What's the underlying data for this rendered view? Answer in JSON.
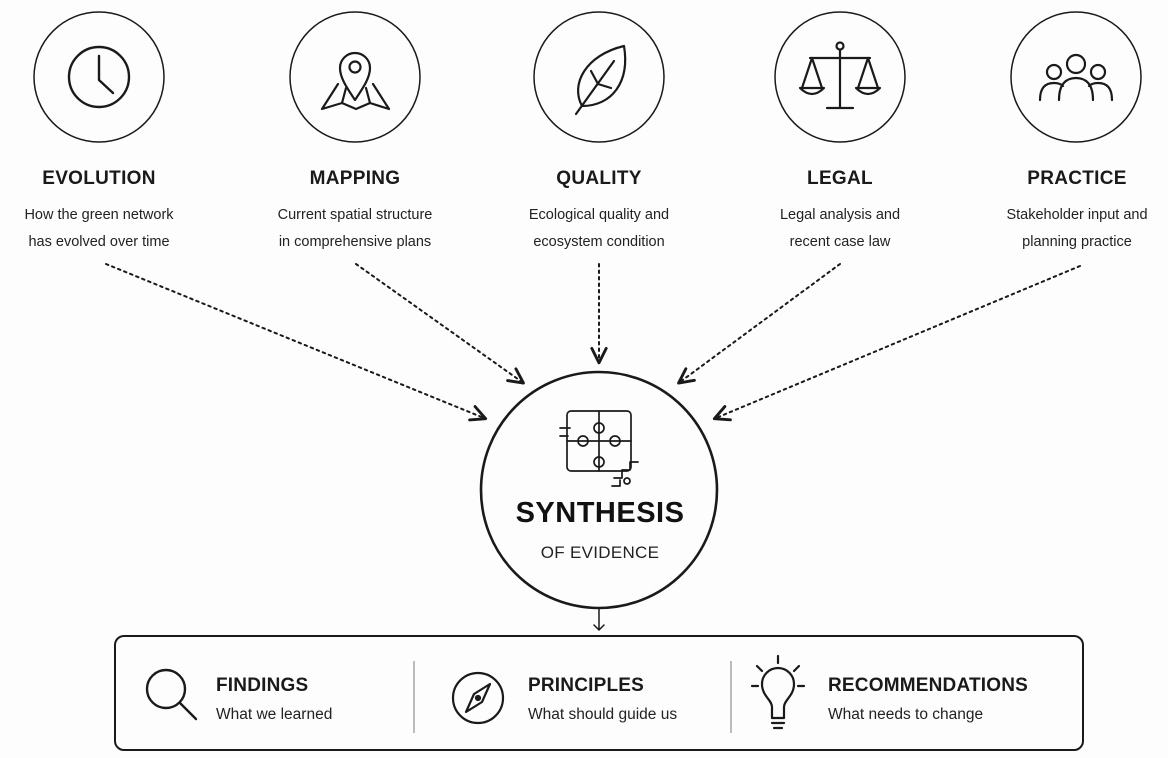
{
  "pillars": [
    {
      "id": "evolution",
      "icon": "clock-icon",
      "title": "EVOLUTION",
      "desc": [
        "How the green network",
        "has evolved over time"
      ]
    },
    {
      "id": "mapping",
      "icon": "map-pin-icon",
      "title": "MAPPING",
      "desc": [
        "Current spatial structure",
        "in comprehensive plans"
      ]
    },
    {
      "id": "quality",
      "icon": "leaf-icon",
      "title": "QUALITY",
      "desc": [
        "Ecological quality and",
        "ecosystem condition"
      ]
    },
    {
      "id": "legal",
      "icon": "scales-icon",
      "title": "LEGAL",
      "desc": [
        "Legal analysis and",
        "recent case law"
      ]
    },
    {
      "id": "practice",
      "icon": "people-icon",
      "title": "PRACTICE",
      "desc": [
        "Stakeholder input and",
        "planning practice"
      ]
    }
  ],
  "synthesis": {
    "icon": "puzzle-network-icon",
    "title": "SYNTHESIS",
    "subtitle": "OF EVIDENCE"
  },
  "outputs": [
    {
      "id": "findings",
      "icon": "magnifier-icon",
      "title": "FINDINGS",
      "desc": "What we learned"
    },
    {
      "id": "principles",
      "icon": "compass-icon",
      "title": "PRINCIPLES",
      "desc": "What should guide us"
    },
    {
      "id": "recommendations",
      "icon": "lightbulb-icon",
      "title": "RECOMMENDATIONS",
      "desc": "What needs to change"
    }
  ],
  "colors": {
    "stroke": "#1a1a1a",
    "background": "#fdfdfd"
  }
}
